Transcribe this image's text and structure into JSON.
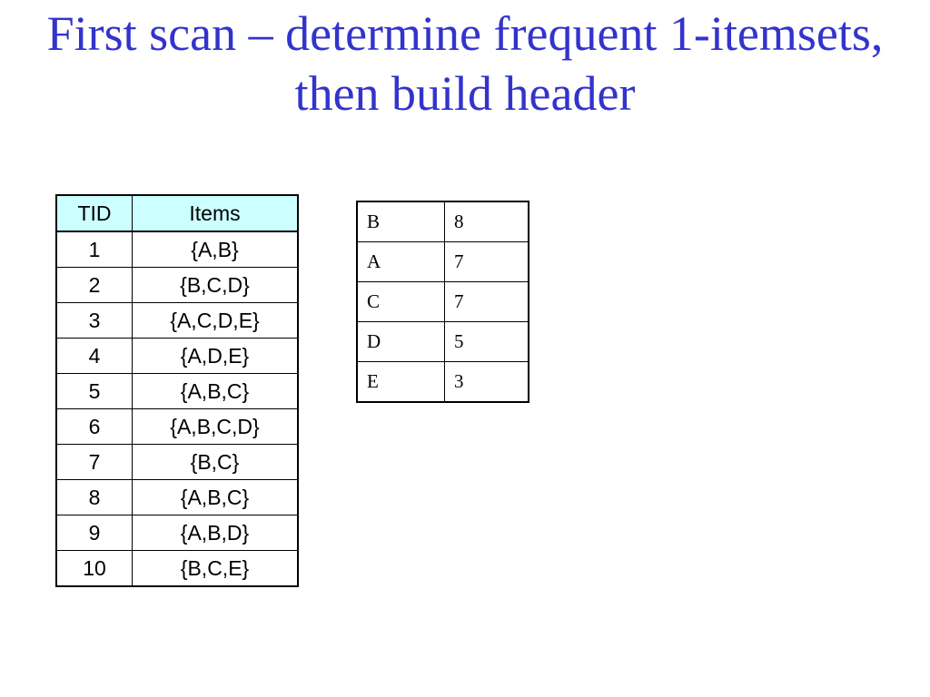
{
  "title": "First scan – determine frequent 1-itemsets, then build header",
  "transactions": {
    "headers": [
      "TID",
      "Items"
    ],
    "rows": [
      {
        "tid": "1",
        "items": "{A,B}"
      },
      {
        "tid": "2",
        "items": "{B,C,D}"
      },
      {
        "tid": "3",
        "items": "{A,C,D,E}"
      },
      {
        "tid": "4",
        "items": "{A,D,E}"
      },
      {
        "tid": "5",
        "items": "{A,B,C}"
      },
      {
        "tid": "6",
        "items": "{A,B,C,D}"
      },
      {
        "tid": "7",
        "items": "{B,C}"
      },
      {
        "tid": "8",
        "items": "{A,B,C}"
      },
      {
        "tid": "9",
        "items": "{A,B,D}"
      },
      {
        "tid": "10",
        "items": "{B,C,E}"
      }
    ]
  },
  "header_table": {
    "rows": [
      {
        "item": "B",
        "count": "8"
      },
      {
        "item": "A",
        "count": "7"
      },
      {
        "item": "C",
        "count": "7"
      },
      {
        "item": "D",
        "count": "5"
      },
      {
        "item": "E",
        "count": "3"
      }
    ]
  },
  "colors": {
    "title": "#3333cc",
    "table_header_bg": "#ccffff"
  }
}
